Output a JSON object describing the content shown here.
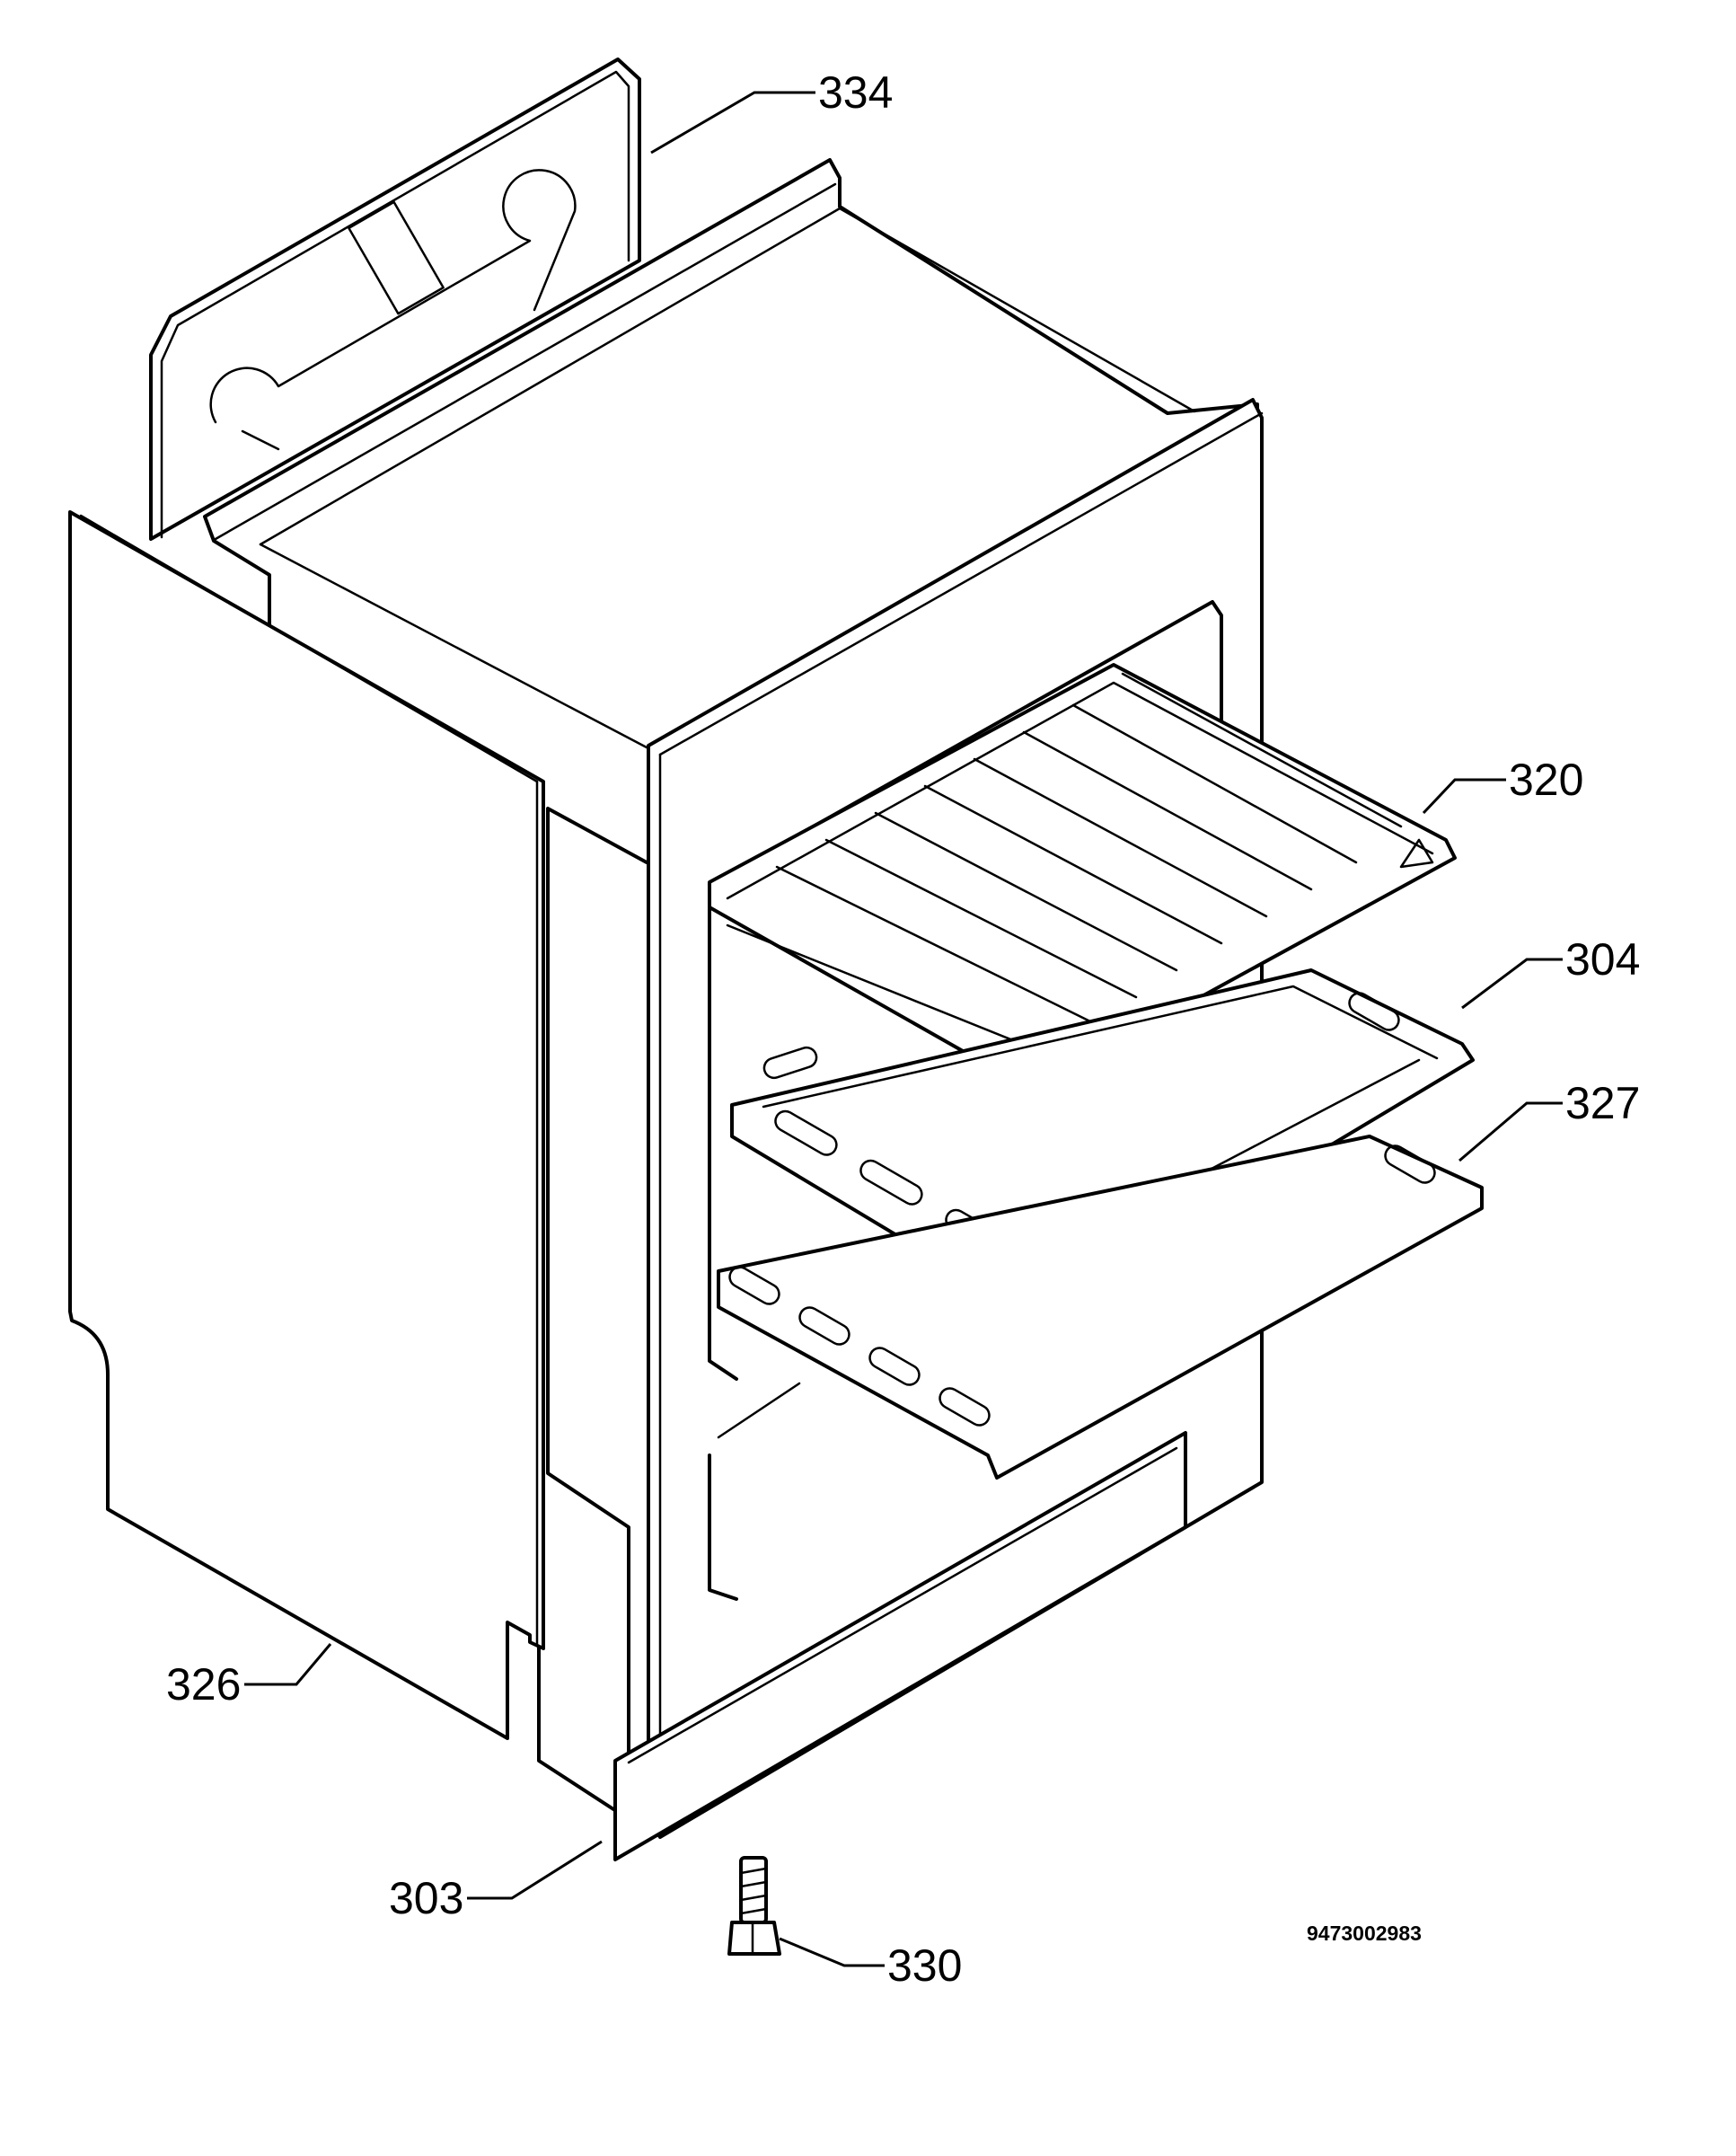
{
  "diagram": {
    "drawing_code": "9473002983",
    "callouts": [
      {
        "id": "334",
        "label": "334"
      },
      {
        "id": "320",
        "label": "320"
      },
      {
        "id": "304",
        "label": "304"
      },
      {
        "id": "327",
        "label": "327"
      },
      {
        "id": "326",
        "label": "326"
      },
      {
        "id": "303",
        "label": "303"
      },
      {
        "id": "330",
        "label": "330"
      }
    ]
  }
}
